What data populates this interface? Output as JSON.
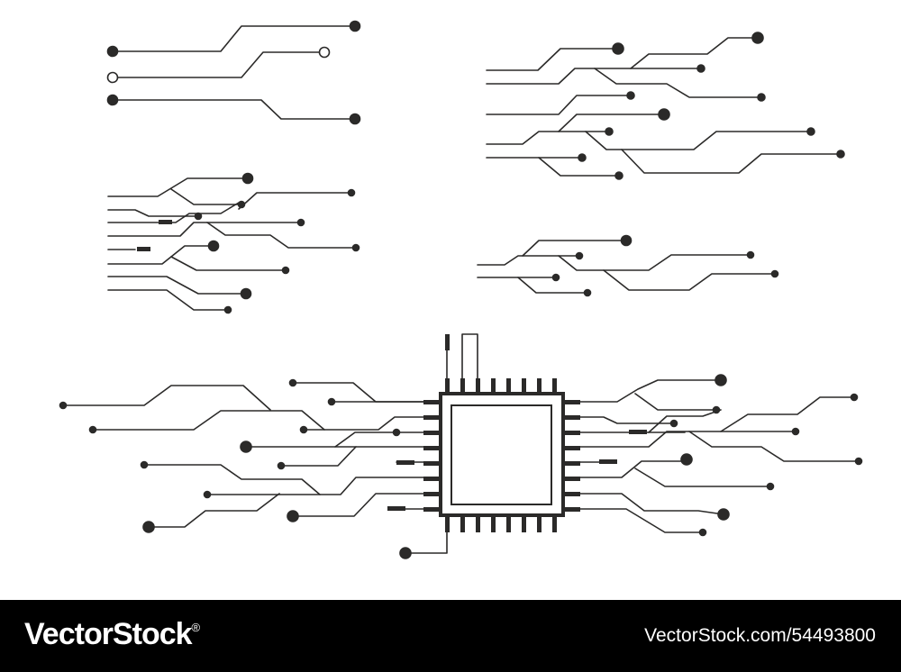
{
  "artwork": {
    "subject": "circuit-board-traces-and-microchip",
    "colors": {
      "background": "#ffffff",
      "trace": "#2b2a29",
      "pad": "#2b2a29",
      "hollow_pad_fill": "#ffffff"
    }
  },
  "footer": {
    "brand": "VectorStock",
    "registered_mark": "®",
    "image_id": "VectorStock.com/54493800",
    "colors": {
      "background": "#000000",
      "text": "#ffffff"
    }
  }
}
